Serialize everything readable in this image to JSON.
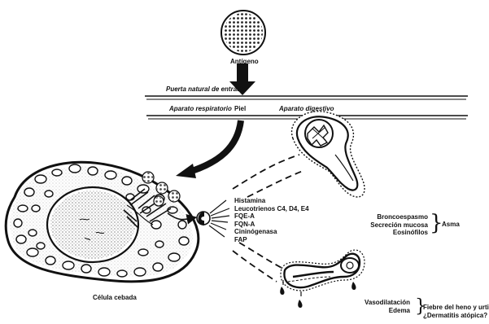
{
  "labels": {
    "antigen": "Antígeno",
    "entry_route": "Puerta natural de entrada",
    "respiratory": "Aparato respiratorio",
    "skin": "Piel",
    "digestive": "Aparato digestivo",
    "mast_cell": "Célula cebada"
  },
  "mediators": [
    "Histamina",
    "Leucotrienos C4, D4, E4",
    "FQE-A",
    "FQN-A",
    "Cininógenasa",
    "FAP"
  ],
  "asthma_effects": [
    "Broncoespasmo",
    "Secreción mucosa",
    "Eosinófilos"
  ],
  "asthma_label": "Asma",
  "skin_effects": [
    "Vasodilatación",
    "Edema"
  ],
  "skin_outcome": [
    "Fiebre del heno y urticaria",
    "¿Dermatitis atópica?"
  ]
}
